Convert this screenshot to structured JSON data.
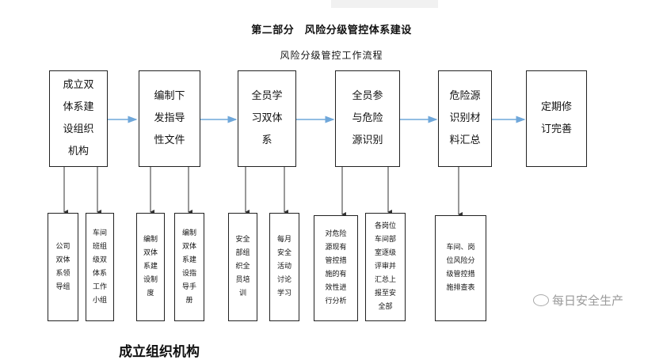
{
  "section_title": "第二部分　风险分级管控体系建设",
  "flow_title": "风险分级管控工作流程",
  "steps": [
    {
      "label": "成立双体系建设组织机构"
    },
    {
      "label": "编制下发指导性文件"
    },
    {
      "label": "全员学习双体系"
    },
    {
      "label": "全员参与危险源识别"
    },
    {
      "label": "危险源识别材料汇总"
    },
    {
      "label": "定期修订完善"
    }
  ],
  "sub_items": [
    {
      "label": "公司双体系领导组"
    },
    {
      "label": "车间班组级双体系工作小组"
    },
    {
      "label": "编制双体系建设制度"
    },
    {
      "label": "编制双体系建设指导手册"
    },
    {
      "label": "安全部组织全员培训"
    },
    {
      "label": "每月安全活动讨论学习"
    },
    {
      "label": "对危险源现有管控措施的有效性进行分析"
    },
    {
      "label": "各岗位车间部室逐级评审并汇总上报至安全部"
    },
    {
      "label": "车间、岗位风险分级管控措施排查表"
    }
  ],
  "watermark": "每日安全生产",
  "footer_heading": "成立组织机构",
  "colors": {
    "arrow": "#6fa7da",
    "border": "#222222"
  }
}
